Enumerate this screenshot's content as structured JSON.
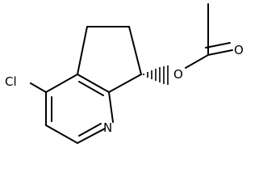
{
  "molecule": {
    "atoms": {
      "chlorine": "Cl",
      "nitrogen": "N",
      "ester_oxygen": "O",
      "carbonyl_oxygen": "O"
    },
    "stereo": {
      "hashed_wedge": true
    }
  }
}
